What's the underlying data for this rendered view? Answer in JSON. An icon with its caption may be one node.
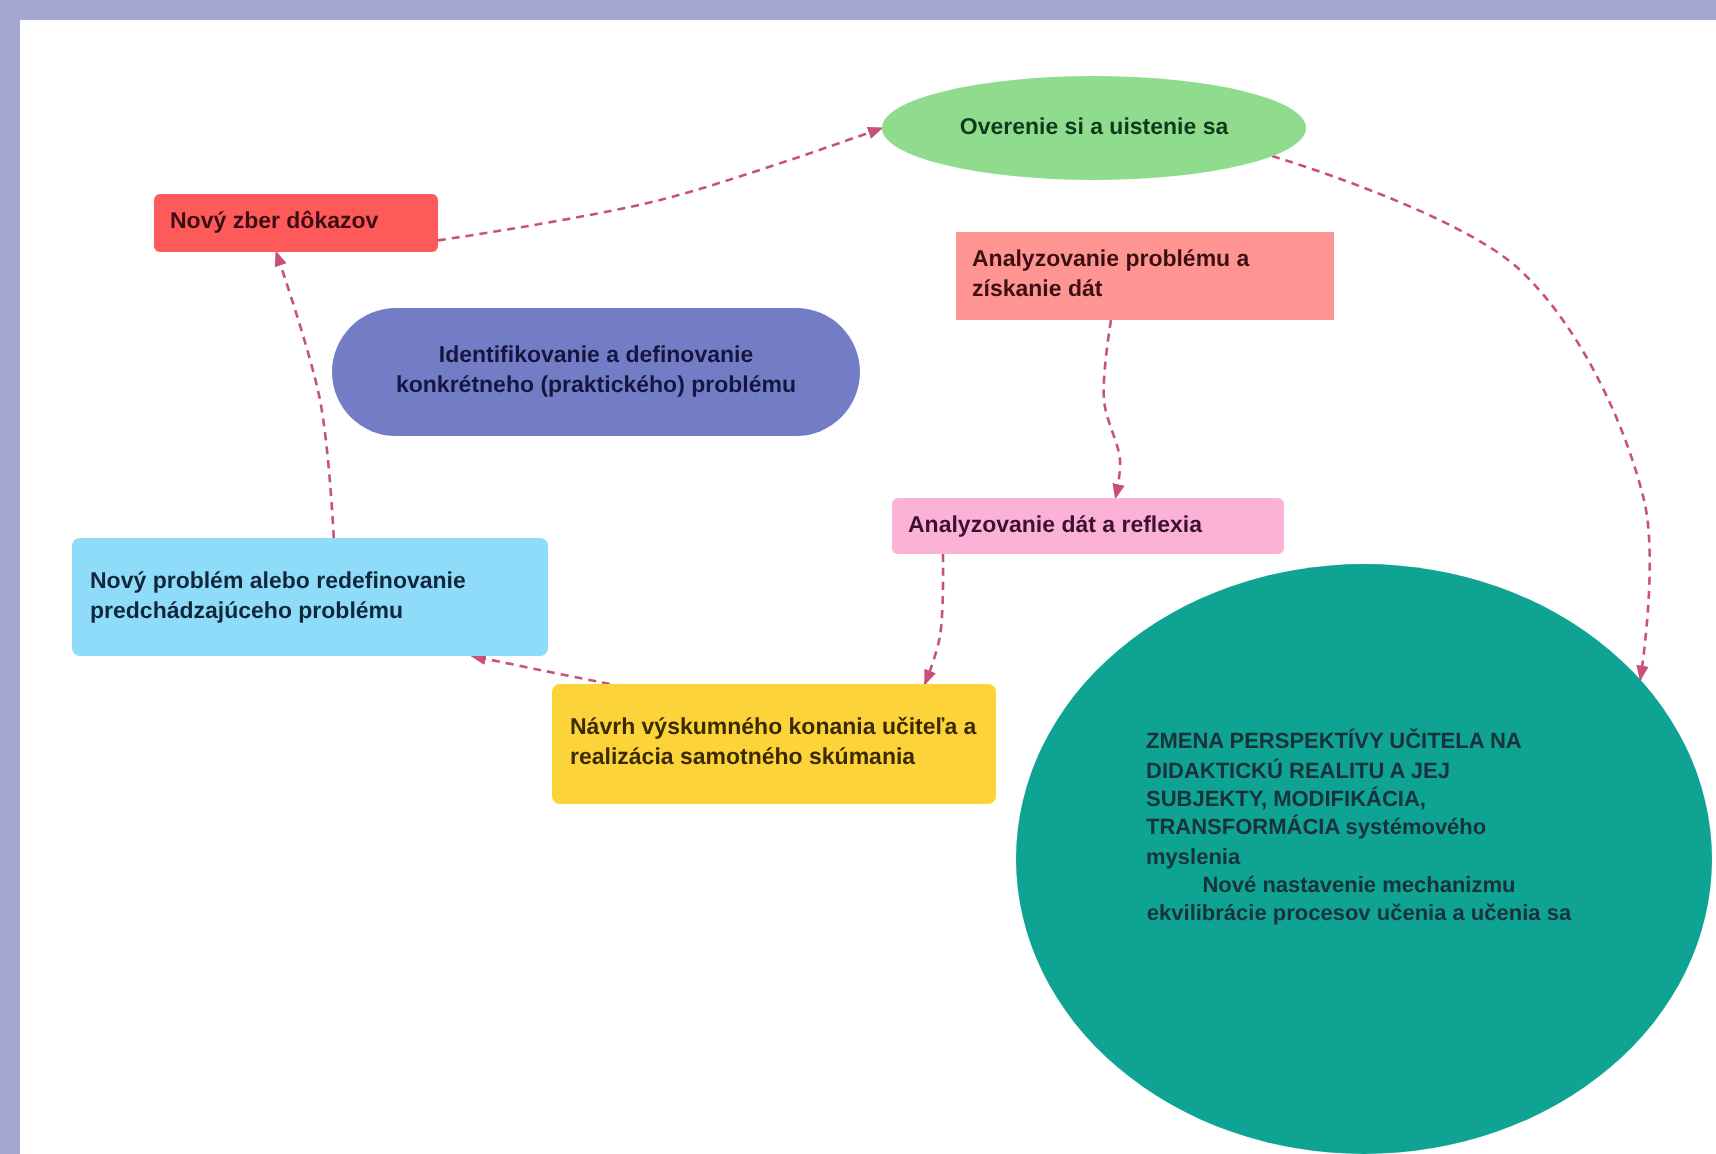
{
  "diagram": {
    "nodes": [
      {
        "text": [
          "Overenie si a uistenie sa"
        ]
      },
      {
        "text": [
          "Nový zber dôkazov"
        ]
      },
      {
        "text": [
          "Analyzovanie problému a získanie dát"
        ]
      },
      {
        "text": [
          "Identifikovanie a definovanie konkrétneho (praktického) problému"
        ]
      },
      {
        "text": [
          "Analyzovanie dát a reflexia"
        ]
      },
      {
        "text": [
          "Nový problém alebo redefinovanie predchádzajúceho problému"
        ]
      },
      {
        "text": [
          "Návrh výskumného konania učiteľa a realizácia samotného skúmania"
        ]
      },
      {
        "text": [
          "ZMENA PERSPEKTÍVY UČITELA NA DIDAKTICKÚ REALITU A JEJ SUBJEKTY, MODIFIKÁCIA, TRANSFORMÁCIA systémového myslenia",
          "Nové nastavenie mechanizmu ekvilibrácie procesov učenia a učenia sa"
        ]
      }
    ],
    "edges": [
      {
        "from": 1,
        "to": 0,
        "arrow": "to",
        "style": "dashed"
      },
      {
        "from": 0,
        "to": 7,
        "arrow": "to",
        "style": "dashed"
      },
      {
        "from": 2,
        "to": 4,
        "arrow": "to",
        "style": "dashed"
      },
      {
        "from": 4,
        "to": 6,
        "arrow": "to",
        "style": "dashed"
      },
      {
        "from": 6,
        "to": 5,
        "arrow": "to",
        "style": "dashed"
      },
      {
        "from": 5,
        "to": 1,
        "arrow": "to",
        "style": "dashed"
      }
    ]
  }
}
